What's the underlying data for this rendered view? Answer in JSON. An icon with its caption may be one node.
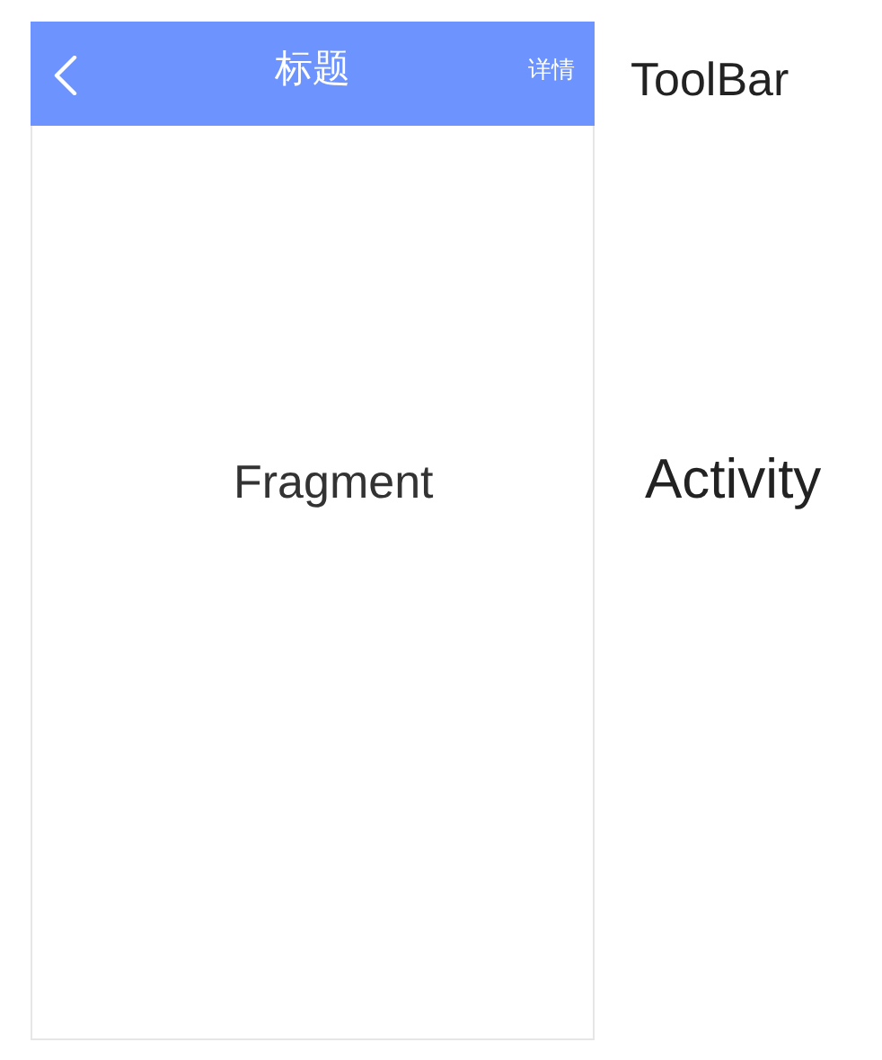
{
  "diagram": {
    "nodes": [
      {
        "text": [
          "Fragment"
        ],
        "beside": [
          "Activity"
        ]
      },
      {
        "text": [
          "标题",
          "详情"
        ],
        "in": 0,
        "beside": [
          "ToolBar"
        ]
      }
    ]
  }
}
